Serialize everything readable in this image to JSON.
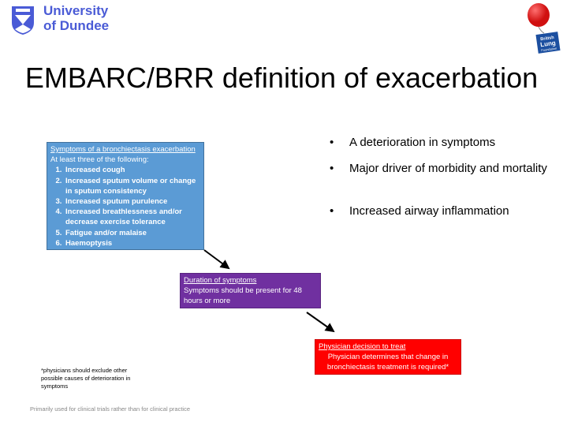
{
  "logos": {
    "university": {
      "line1": "University",
      "line2": "of Dundee"
    },
    "blf": {
      "line1": "British",
      "line2": "Lung",
      "line3": "Foundation"
    }
  },
  "title": "EMBARC/BRR definition of exacerbation",
  "symptoms_box": {
    "heading": "Symptoms of a bronchiectasis exacerbation",
    "subheading": "At least three of the following:",
    "items": [
      "Increased cough",
      "Increased sputum volume or change in sputum consistency",
      "Increased sputum purulence",
      "Increased breathlessness  and/or decrease exercise tolerance",
      "Fatigue and/or malaise",
      "Haemoptysis"
    ]
  },
  "duration_box": {
    "heading": "Duration of symptoms",
    "body": "Symptoms should be present for 48 hours or more"
  },
  "physician_box": {
    "heading": "Physician decision to treat",
    "body": "Physician determines that change in bronchiectasis treatment is required*"
  },
  "bullets": [
    "A deterioration in symptoms",
    "Major driver of morbidity and mortality",
    "Increased airway inflammation"
  ],
  "footnote": "*physicians should exclude other possible causes of deterioration in symptoms",
  "note": "Primarily  used  for clinical trials rather than  for clinical practice",
  "colors": {
    "blue": "#5b9bd5",
    "purple": "#7030a0",
    "red": "#ff0000",
    "brand": "#4a5bd6"
  }
}
